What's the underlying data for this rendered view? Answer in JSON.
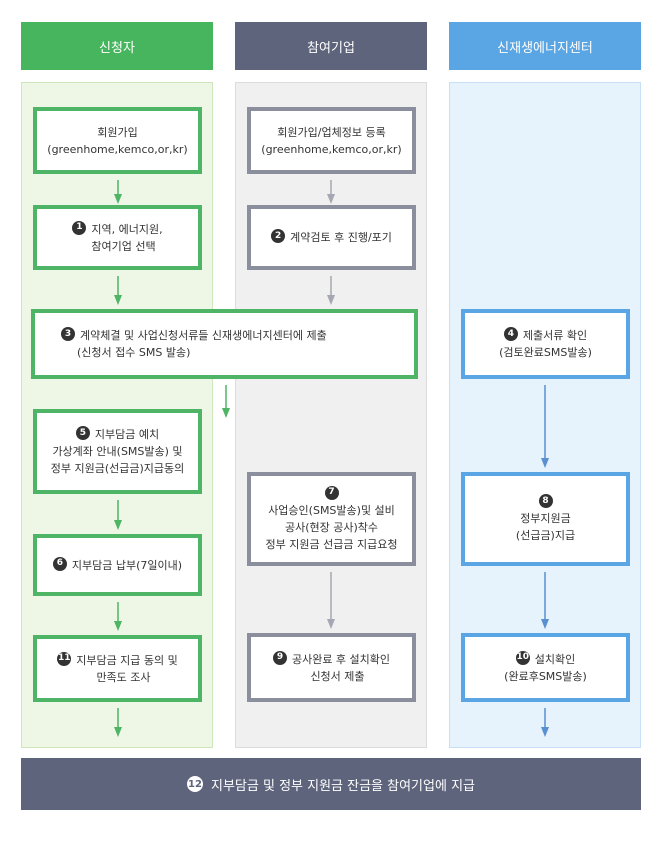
{
  "headers": {
    "applicant": "신청자",
    "company": "참여기업",
    "center": "신재생에너지센터"
  },
  "steps": {
    "a_signup": {
      "line1": "회원가입",
      "line2": "(greenhome,kemco,or,kr)"
    },
    "c_signup": {
      "line1": "회원가입/업체정보 등록",
      "line2": "(greenhome,kemco,or,kr)"
    },
    "s1": {
      "num": "1",
      "line1": "지역, 에너지원,",
      "line2": "참여기업 선택"
    },
    "s2": {
      "num": "2",
      "line1": "계약검토 후 진행/포기"
    },
    "s3": {
      "num": "3",
      "line1": "계약체결 및 사업신청서류들 신재생에너지센터에 제출",
      "line2": "(신청서 접수 SMS 발송)"
    },
    "s4": {
      "num": "4",
      "line1": "제출서류 확인",
      "line2": "(검토완료SMS발송)"
    },
    "s5": {
      "num": "5",
      "line1": "지부담금 예치",
      "line2": "가상계좌 안내(SMS발송) 및",
      "line3": "정부 지원금(선급금)지급동의"
    },
    "s6": {
      "num": "6",
      "line1": "지부담금 납부(7일이내)"
    },
    "s7": {
      "num": "7",
      "line1": "사업승인(SMS발송)및 설비",
      "line2": "공사(현장 공사)착수",
      "line3": "정부 지원금 선급금 지급요청"
    },
    "s8": {
      "num": "8",
      "line1": "정부지원금",
      "line2": "(선급금)지급"
    },
    "s9": {
      "num": "9",
      "line1": "공사완료 후 설치확인",
      "line2": "신청서 제출"
    },
    "s10": {
      "num": "10",
      "line1": "설치확인",
      "line2": "(완료후SMS발송)"
    },
    "s11": {
      "num": "11",
      "line1": "지부담금 지급 동의 및",
      "line2": "만족도 조사"
    },
    "s12": {
      "num": "12",
      "line1": "지부담금 및 정부 지원금 잔금을 참여기업에 지급"
    }
  },
  "colors": {
    "green": "#46b55e",
    "gray": "#5e647c",
    "blue": "#5aa5e3"
  }
}
